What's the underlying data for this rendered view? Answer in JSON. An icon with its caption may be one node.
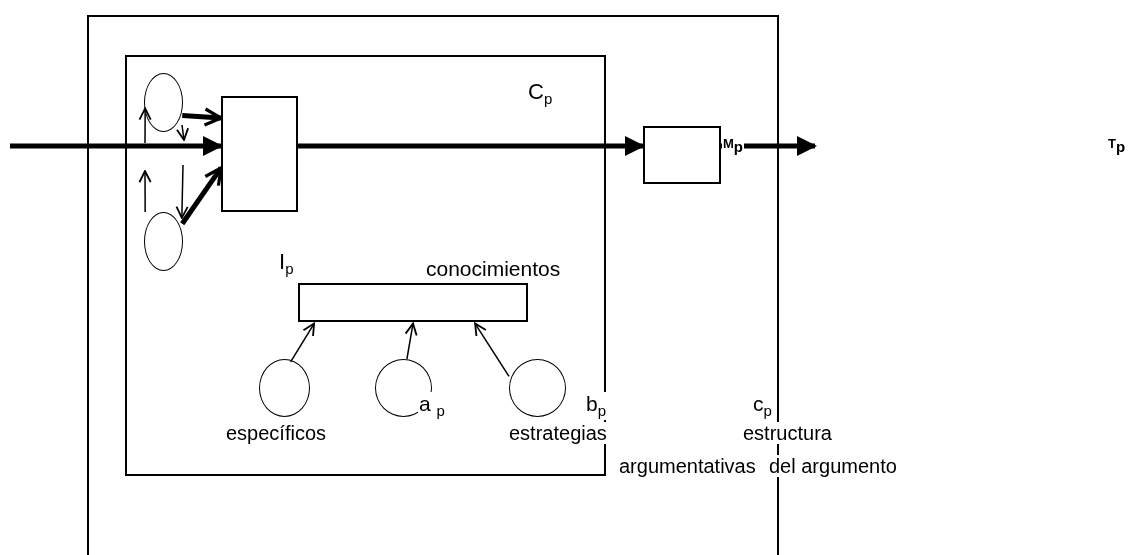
{
  "diagram": {
    "nodes": [
      {
        "text": [],
        "shape": "box"
      },
      {
        "text": [],
        "shape": "box",
        "in": 0
      },
      {
        "text": [],
        "shape": "circle",
        "in": 1
      },
      {
        "text": [],
        "shape": "circle",
        "in": 1
      },
      {
        "text": [],
        "shape": "box",
        "in": 1
      },
      {
        "text": [],
        "shape": "box",
        "in": 1
      },
      {
        "text": [],
        "shape": "circle",
        "in": 1
      },
      {
        "text": [],
        "shape": "circle",
        "in": 1
      },
      {
        "text": [],
        "shape": "circle",
        "in": 1
      },
      {
        "text": [],
        "shape": "box",
        "in": 0
      }
    ],
    "edges": [
      {
        "from": null,
        "to": 4,
        "arrow": "to",
        "style": "thick"
      },
      {
        "from": 4,
        "to": 9,
        "arrow": "to",
        "style": "thick"
      },
      {
        "from": 9,
        "to": null,
        "arrow": "to",
        "style": "thick"
      },
      {
        "from": 2,
        "to": 4,
        "arrow": "to",
        "style": "thick"
      },
      {
        "from": 3,
        "to": 4,
        "arrow": "to",
        "style": "thick"
      },
      {
        "from": 6,
        "to": 5,
        "arrow": "to"
      },
      {
        "from": 7,
        "to": 5,
        "arrow": "to"
      },
      {
        "from": 8,
        "to": 5,
        "arrow": "to"
      },
      {
        "from": null,
        "to": 2,
        "arrow": "to"
      },
      {
        "from": 3,
        "to": null,
        "arrow": "to"
      },
      {
        "from": null,
        "to": 3,
        "arrow": "to"
      }
    ],
    "labels": [
      "C$_{p}$",
      "M$_{p}$",
      "T$_{p}$",
      "I$_{p}$",
      "conocimientos",
      "a $_{p}$",
      "b$_{p}$",
      "c$_{p}$",
      "específicos",
      "estrategias",
      "estructura",
      "argumentativas",
      "del argumento"
    ]
  }
}
